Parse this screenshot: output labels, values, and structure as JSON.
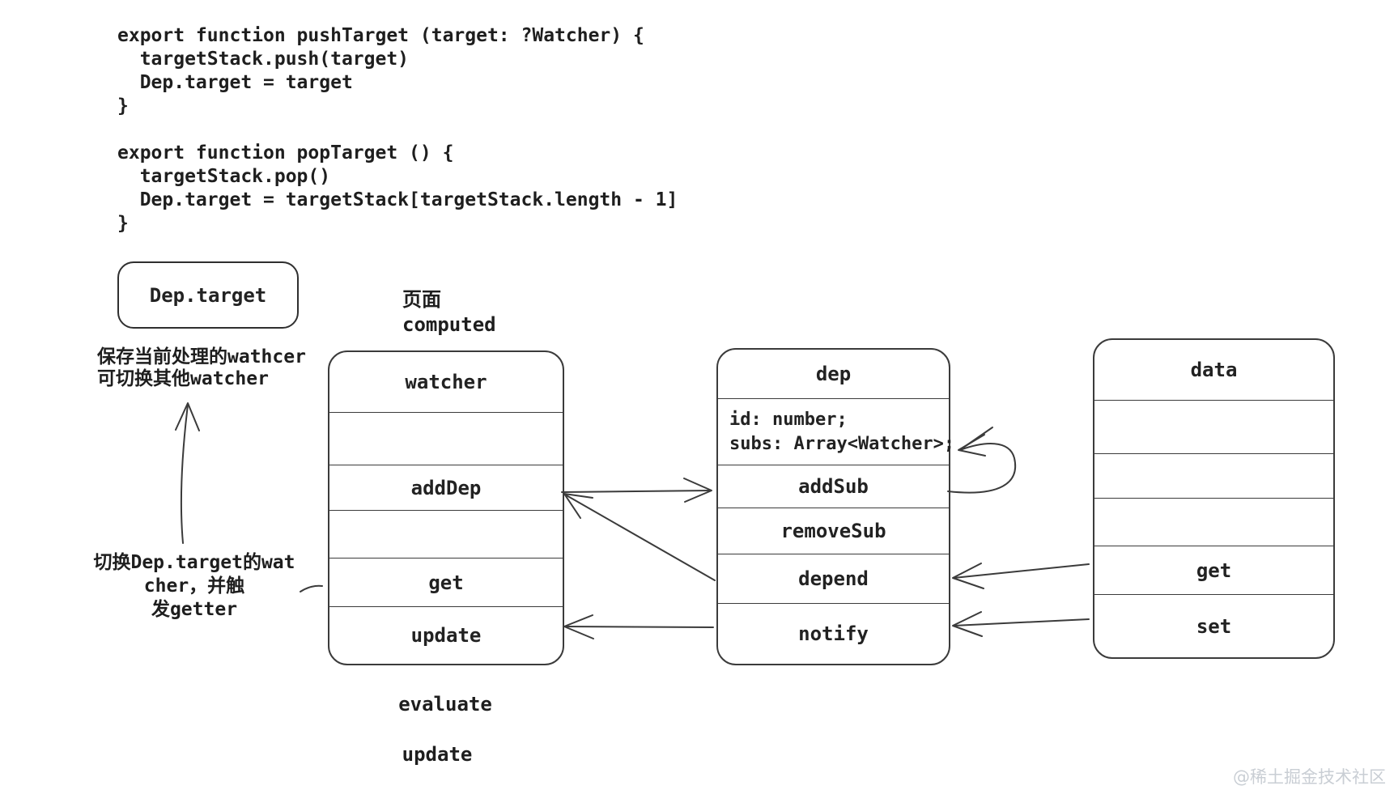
{
  "colors": {
    "ink": "#1e1e1e",
    "stroke": "#3b3b3b",
    "background": "#ffffff",
    "watermark": "#c9ced4"
  },
  "code_block": {
    "text": "export function pushTarget (target: ?Watcher) {\n  targetStack.push(target)\n  Dep.target = target\n}\n\nexport function popTarget () {\n  targetStack.pop()\n  Dep.target = targetStack[targetStack.length - 1]\n}"
  },
  "dep_target_pill": {
    "label": "Dep.target"
  },
  "annotations": {
    "page_computed": {
      "line1": "页面",
      "line2": "computed"
    },
    "save_watcher": {
      "line1": "保存当前处理的wathcer",
      "line2": "可切换其他watcher"
    },
    "switch_target": {
      "line1": "切换Dep.target的wat",
      "line2": "cher，并触",
      "line3": "发getter"
    },
    "evaluate": "evaluate",
    "update": "update"
  },
  "classes": {
    "watcher": {
      "title": "watcher",
      "rows": [
        "",
        "addDep",
        "",
        "get",
        "update"
      ]
    },
    "dep": {
      "title": "dep",
      "fields": [
        "id: number;",
        "subs: Array<Watcher>;"
      ],
      "methods": [
        "addSub",
        "removeSub",
        "depend",
        "notify"
      ]
    },
    "data": {
      "title": "data",
      "rows": [
        "",
        "",
        "",
        "get",
        "set"
      ]
    }
  },
  "arrows": {
    "addDep_to_addSub": "watcher.addDep → dep.addSub",
    "depend_to_addDep": "dep.depend → watcher.addDep",
    "notify_to_update": "dep.notify → watcher.update",
    "get_to_depend": "data.get → dep.depend",
    "set_to_notify": "data.set → dep.notify",
    "addSub_self_loop": "dep.addSub → dep.subs",
    "note_up_arrow": "切换注释 → 保存注释"
  },
  "watermark": "@稀土掘金技术社区"
}
